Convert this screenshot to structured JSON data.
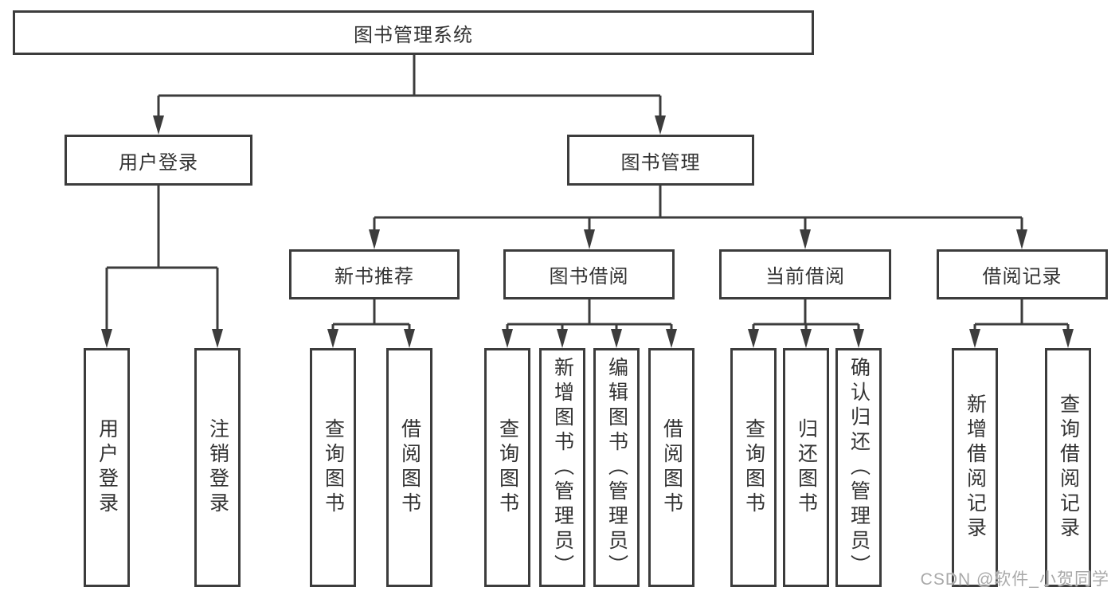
{
  "diagram": {
    "type": "hierarchy-tree",
    "colors": {
      "background": "#ffffff",
      "line": "#3c3c3c",
      "box_border": "#3c3c3c",
      "text": "#333333",
      "watermark": "#a9a9a9"
    },
    "structure": {
      "图书管理系统": {
        "用户登录": [
          "用户登录",
          "注销登录"
        ],
        "图书管理": {
          "新书推荐": [
            "查询图书",
            "借阅图书"
          ],
          "图书借阅": [
            "查询图书",
            "新增图书（管理员）",
            "编辑图书（管理员）",
            "借阅图书"
          ],
          "当前借阅": [
            "查询图书",
            "归还图书",
            "确认归还（管理员）"
          ],
          "借阅记录": [
            "新增借阅记录",
            "查询借阅记录"
          ]
        }
      }
    }
  },
  "nodes": {
    "root": {
      "label": "图书管理系统"
    },
    "user_login": {
      "label": "用户登录"
    },
    "book_mgmt": {
      "label": "图书管理"
    },
    "new_book_rec": {
      "label": "新书推荐"
    },
    "book_borrow": {
      "label": "图书借阅"
    },
    "current_borrow": {
      "label": "当前借阅"
    },
    "borrow_record": {
      "label": "借阅记录"
    },
    "leaf_user_login": {
      "label": "用户登录"
    },
    "leaf_logout": {
      "label": "注销登录"
    },
    "leaf_query_book_1": {
      "label": "查询图书"
    },
    "leaf_borrow_book_1": {
      "label": "借阅图书"
    },
    "leaf_query_book_2": {
      "label": "查询图书"
    },
    "leaf_add_book": {
      "label": "新增图书（管理员）"
    },
    "leaf_edit_book": {
      "label": "编辑图书（管理员）"
    },
    "leaf_borrow_book_2": {
      "label": "借阅图书"
    },
    "leaf_query_book_3": {
      "label": "查询图书"
    },
    "leaf_return_book": {
      "label": "归还图书"
    },
    "leaf_confirm_return": {
      "label": "确认归还（管理员）"
    },
    "leaf_add_borrow_record": {
      "label": "新增借阅记录"
    },
    "leaf_query_borrow_record": {
      "label": "查询借阅记录"
    }
  },
  "watermark": "CSDN @软件_小贺同学"
}
